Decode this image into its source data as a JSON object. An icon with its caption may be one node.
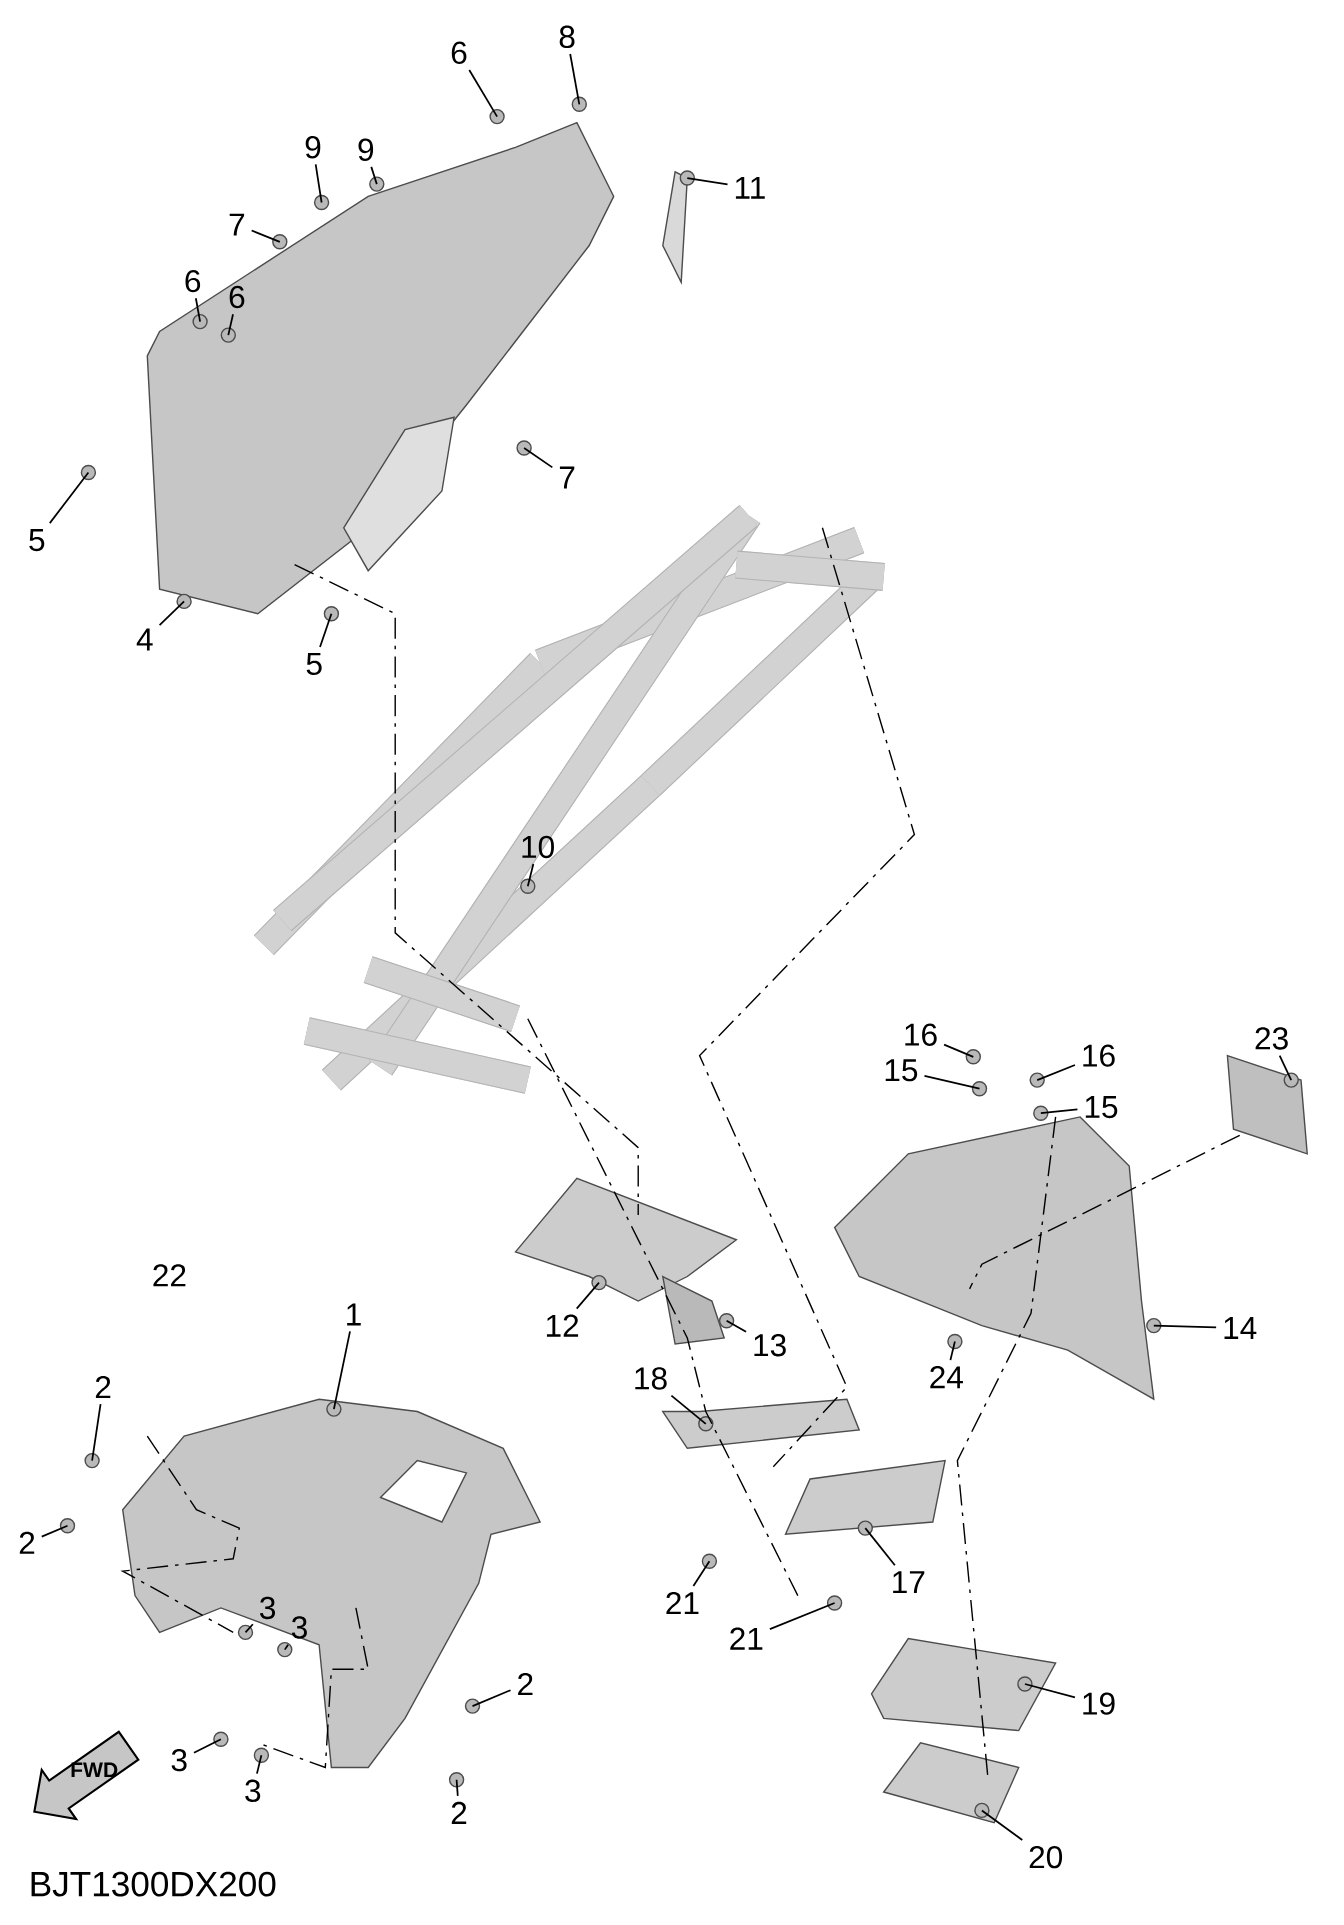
{
  "diagram": {
    "nodes": [
      {
        "text": [
          "6"
        ]
      },
      {
        "text": [
          "8"
        ]
      },
      {
        "text": [
          "11"
        ]
      },
      {
        "text": [
          "9"
        ]
      },
      {
        "text": [
          "9"
        ]
      },
      {
        "text": [
          "7"
        ]
      },
      {
        "text": [
          "6"
        ]
      },
      {
        "text": [
          "6"
        ]
      },
      {
        "text": [
          "7"
        ]
      },
      {
        "text": [
          "5"
        ]
      },
      {
        "text": [
          "4"
        ]
      },
      {
        "text": [
          "5"
        ]
      },
      {
        "text": [
          "10"
        ]
      },
      {
        "text": [
          "16"
        ]
      },
      {
        "text": [
          "15"
        ]
      },
      {
        "text": [
          "16"
        ]
      },
      {
        "text": [
          "15"
        ]
      },
      {
        "text": [
          "23"
        ]
      },
      {
        "text": [
          "22"
        ]
      },
      {
        "text": [
          "1"
        ]
      },
      {
        "text": [
          "12"
        ]
      },
      {
        "text": [
          "13"
        ]
      },
      {
        "text": [
          "14"
        ]
      },
      {
        "text": [
          "24"
        ]
      },
      {
        "text": [
          "2"
        ]
      },
      {
        "text": [
          "18"
        ]
      },
      {
        "text": [
          "2"
        ]
      },
      {
        "text": [
          "3"
        ]
      },
      {
        "text": [
          "3"
        ]
      },
      {
        "text": [
          "21"
        ]
      },
      {
        "text": [
          "17"
        ]
      },
      {
        "text": [
          "21"
        ]
      },
      {
        "text": [
          "2"
        ]
      },
      {
        "text": [
          "19"
        ]
      },
      {
        "text": [
          "3"
        ]
      },
      {
        "text": [
          "3"
        ]
      },
      {
        "text": [
          "2"
        ]
      },
      {
        "text": [
          "20"
        ]
      }
    ],
    "edges": [
      {
        "from": 0,
        "to": null,
        "arrow": "none"
      },
      {
        "from": 1,
        "to": null,
        "arrow": "none"
      },
      {
        "from": 2,
        "to": null,
        "arrow": "none"
      },
      {
        "from": 3,
        "to": null,
        "arrow": "none"
      },
      {
        "from": 4,
        "to": null,
        "arrow": "none"
      },
      {
        "from": 5,
        "to": null,
        "arrow": "none"
      },
      {
        "from": 6,
        "to": null,
        "arrow": "none"
      },
      {
        "from": 7,
        "to": null,
        "arrow": "none"
      },
      {
        "from": 8,
        "to": null,
        "arrow": "none"
      },
      {
        "from": 9,
        "to": null,
        "arrow": "none"
      },
      {
        "from": 10,
        "to": null,
        "arrow": "none"
      },
      {
        "from": 11,
        "to": null,
        "arrow": "none"
      },
      {
        "from": 12,
        "to": null,
        "arrow": "none"
      },
      {
        "from": 13,
        "to": null,
        "arrow": "none"
      },
      {
        "from": 14,
        "to": null,
        "arrow": "none"
      },
      {
        "from": 15,
        "to": null,
        "arrow": "none"
      },
      {
        "from": 16,
        "to": null,
        "arrow": "none"
      },
      {
        "from": 17,
        "to": null,
        "arrow": "none"
      },
      {
        "from": 19,
        "to": null,
        "arrow": "none"
      },
      {
        "from": 20,
        "to": null,
        "arrow": "none"
      },
      {
        "from": 21,
        "to": null,
        "arrow": "none"
      },
      {
        "from": 22,
        "to": null,
        "arrow": "none"
      },
      {
        "from": 23,
        "to": null,
        "arrow": "none"
      },
      {
        "from": 24,
        "to": null,
        "arrow": "none"
      },
      {
        "from": 25,
        "to": null,
        "arrow": "none"
      },
      {
        "from": 26,
        "to": null,
        "arrow": "none"
      },
      {
        "from": 27,
        "to": null,
        "arrow": "none"
      },
      {
        "from": 28,
        "to": null,
        "arrow": "none"
      },
      {
        "from": 29,
        "to": null,
        "arrow": "none"
      },
      {
        "from": 30,
        "to": null,
        "arrow": "none"
      },
      {
        "from": 31,
        "to": null,
        "arrow": "none"
      },
      {
        "from": 32,
        "to": null,
        "arrow": "none"
      },
      {
        "from": 33,
        "to": null,
        "arrow": "none"
      },
      {
        "from": 34,
        "to": null,
        "arrow": "none"
      },
      {
        "from": 35,
        "to": null,
        "arrow": "none"
      },
      {
        "from": 36,
        "to": null,
        "arrow": "none"
      },
      {
        "from": 37,
        "to": null,
        "arrow": "none"
      }
    ],
    "labels": [
      "FWD",
      "BJT1300DX200"
    ]
  }
}
